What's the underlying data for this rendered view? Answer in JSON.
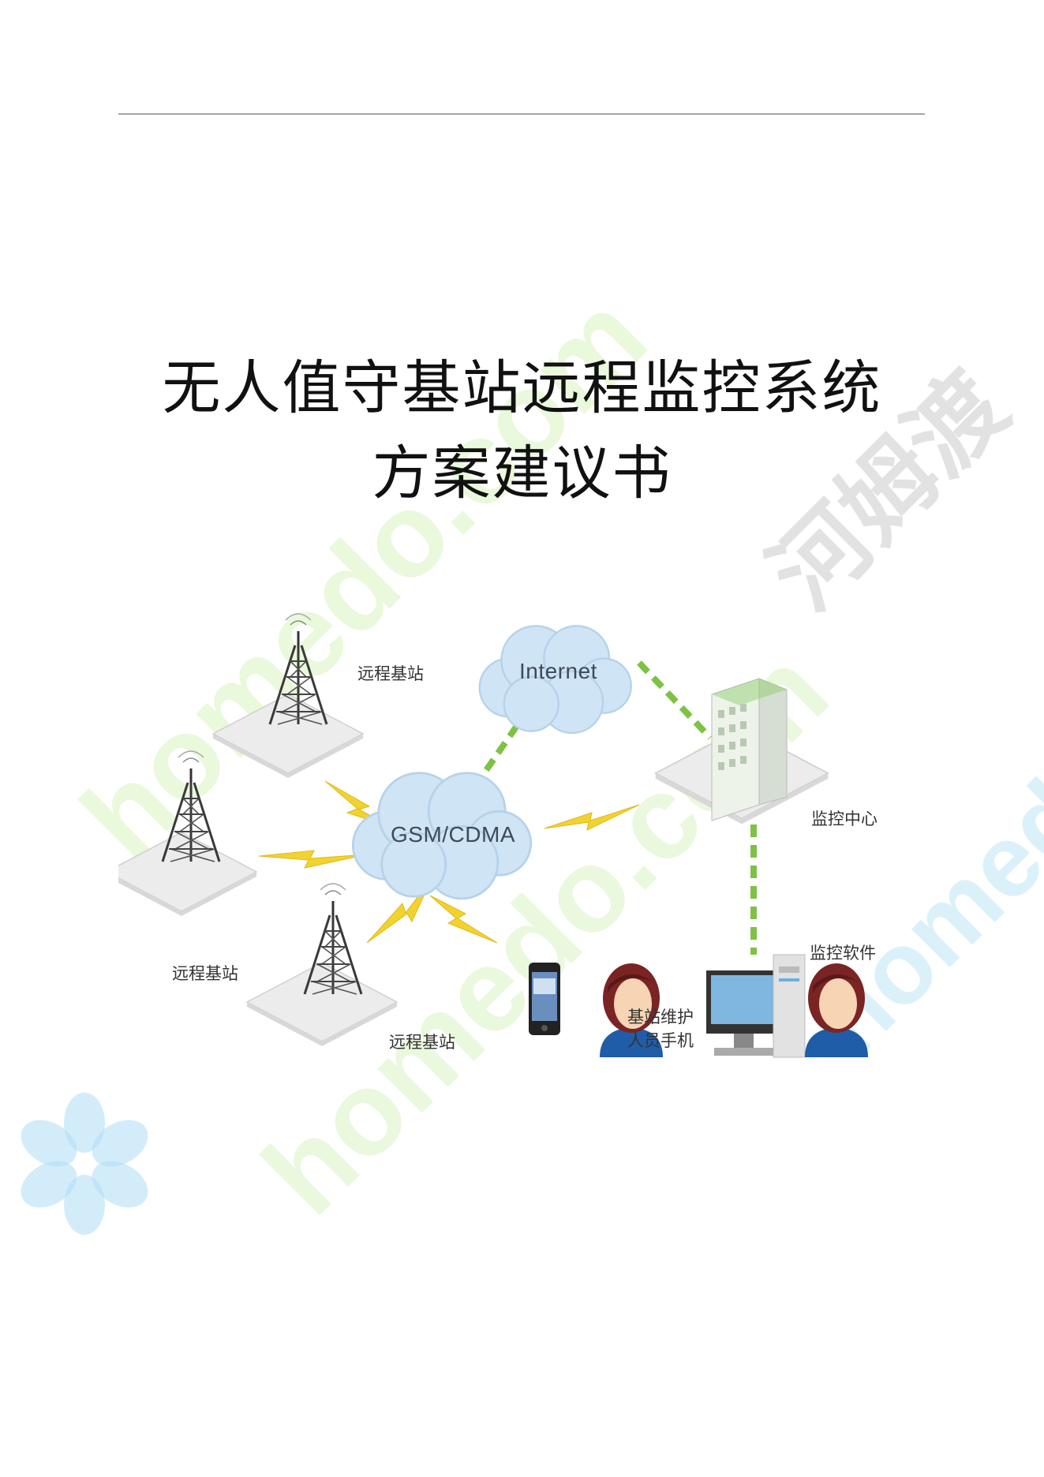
{
  "document": {
    "title_line1": "无人值守基站远程监控系统",
    "title_line2": "方案建议书"
  },
  "diagram": {
    "clouds": {
      "internet": "Internet",
      "gsm": "GSM/CDMA"
    },
    "labels": {
      "tower_top": "远程基站",
      "tower_left": "远程基站",
      "tower_bottom": "远程基站",
      "monitor_center": "监控中心",
      "monitor_software": "监控软件",
      "staff_line1": "基站维护",
      "staff_line2": "人员手机"
    }
  },
  "watermark": {
    "text1": "homedo.com",
    "text2": "homedo.com",
    "text3": "homedo.com",
    "text4": "河姆渡"
  },
  "colors": {
    "link_dashed": "#7dc242",
    "wireless_bolt": "#f2d22e",
    "cloud_fill": "#cfe4f4",
    "platform": "#eeeeee"
  }
}
